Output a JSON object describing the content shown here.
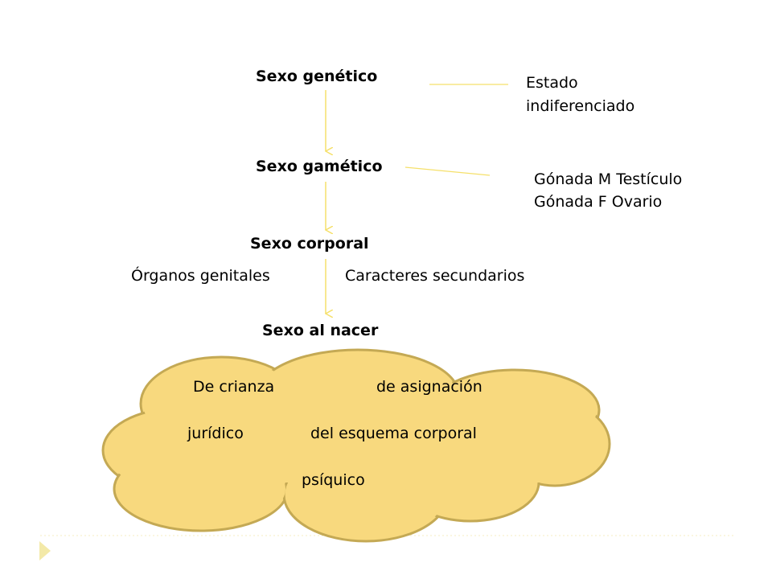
{
  "diagram": {
    "nodes": {
      "sexo_genetico": "Sexo genético",
      "sexo_gametico": "Sexo gamético",
      "sexo_corporal": "Sexo corporal",
      "sexo_al_nacer": "Sexo al nacer"
    },
    "notes": {
      "estado_line1": "Estado",
      "estado_line2": "indiferenciado",
      "gonada_m": "Gónada M Testículo",
      "gonada_f": "Gónada F Ovario",
      "organos_genitales": "Órganos genitales",
      "caracteres_secundarios": "Caracteres secundarios"
    },
    "cloud": {
      "de_crianza": "De crianza",
      "de_asignacion": "de asignación",
      "juridico": "jurídico",
      "esquema_corporal": "del esquema corporal",
      "psiquico": "psíquico"
    }
  },
  "colors": {
    "connector": "#f5e06a",
    "cloud_fill": "#f8d97e",
    "cloud_stroke": "#c4a954",
    "dotted_rule": "#f4ecc0",
    "bullet": "#f3e9a8"
  },
  "icons": {
    "bullet": "triangle-bullet-icon"
  }
}
